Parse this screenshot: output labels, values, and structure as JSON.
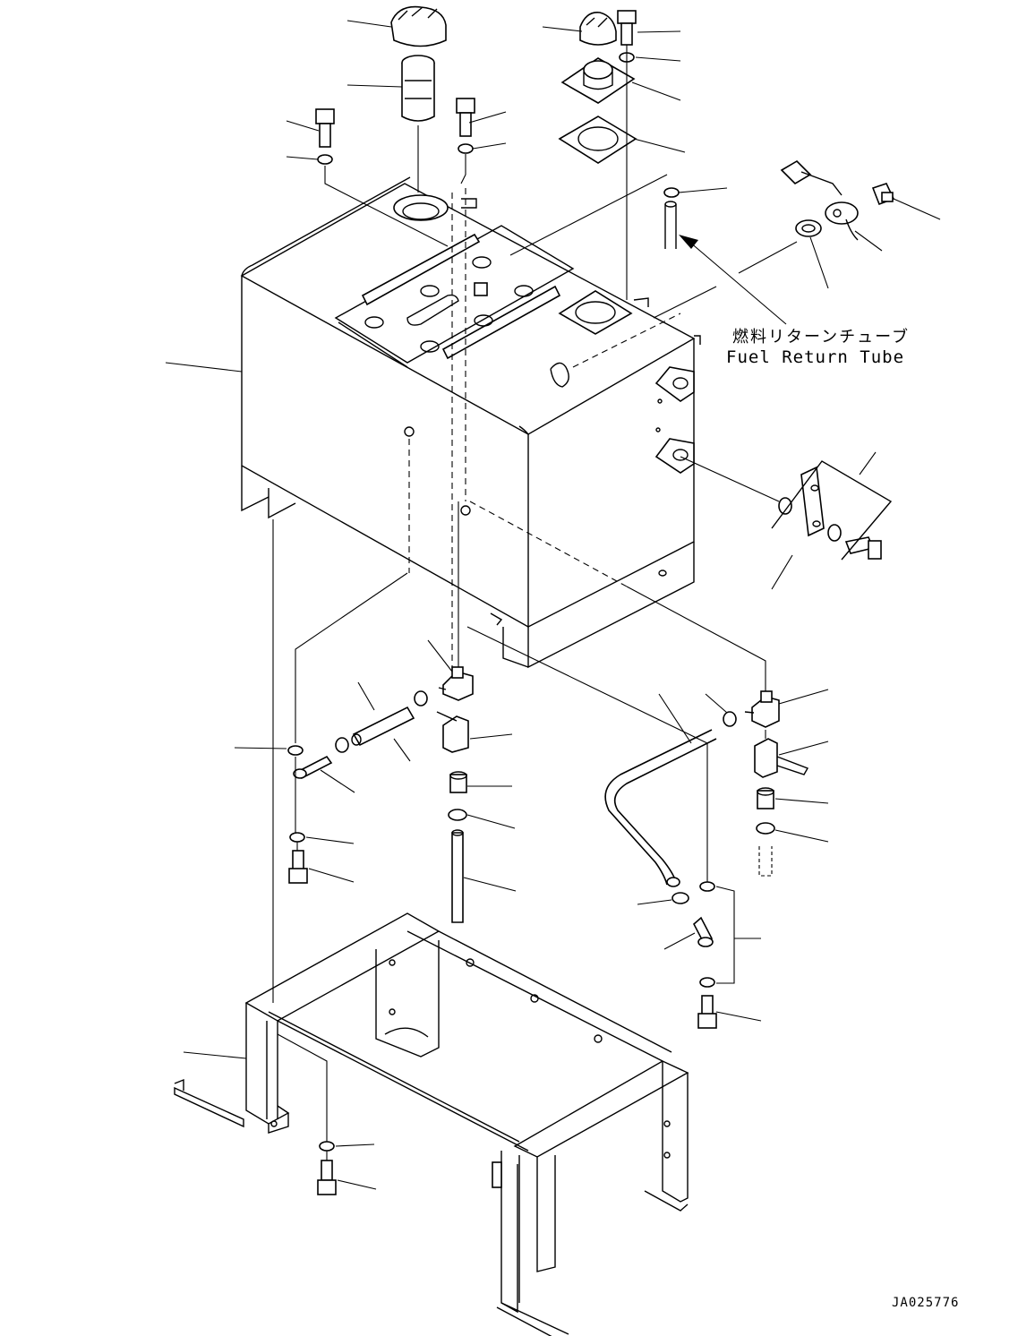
{
  "callout": {
    "label_jp": "燃料リターンチューブ",
    "label_en": "Fuel Return Tube"
  },
  "drawing_id": "JA025776"
}
